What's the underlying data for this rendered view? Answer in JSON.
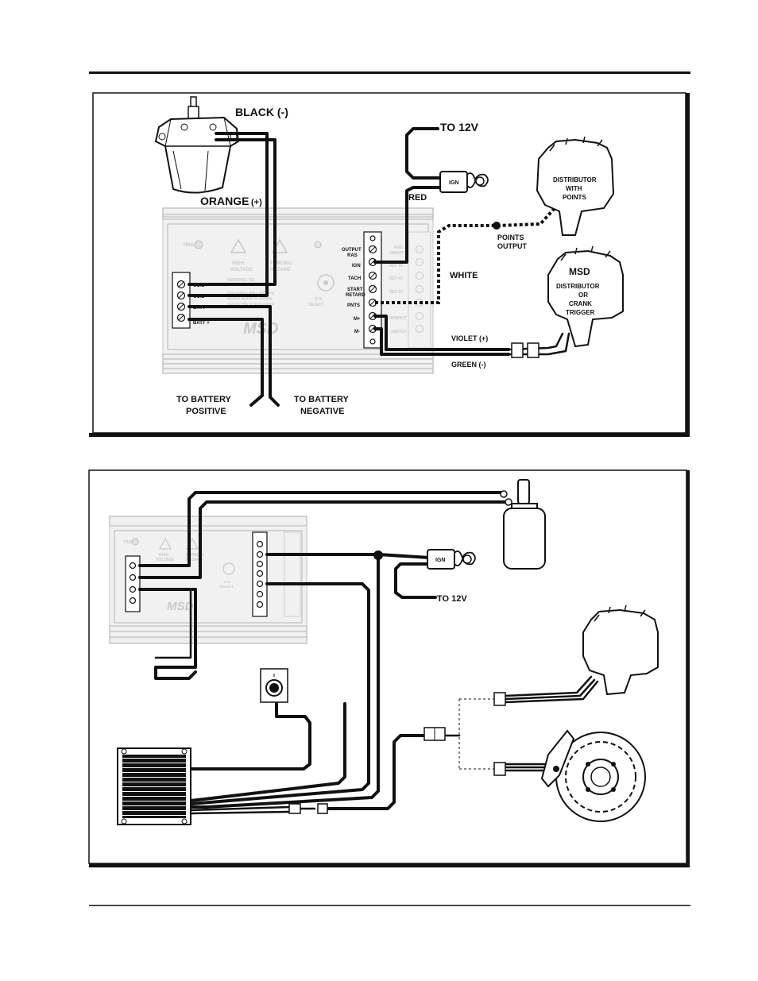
{
  "top_diagram": {
    "wire_labels": {
      "black": "BLACK (-)",
      "orange": "ORANGE",
      "orange_sign": "(+)",
      "to_12v": "TO 12V",
      "red": "RED",
      "white": "WHITE",
      "violet": "VIOLET (+)",
      "green": "GREEN (-)",
      "battery_positive_1": "TO BATTERY",
      "battery_positive_2": "POSITIVE",
      "battery_negative_1": "TO BATTERY",
      "battery_negative_2": "NEGATIVE",
      "points_output_1": "POINTS",
      "points_output_2": "OUTPUT"
    },
    "ign_switch": "IGN",
    "distributor_points": [
      "DISTRIBUTOR",
      "WITH",
      "POINTS"
    ],
    "msd_distributor_brand": "MSD",
    "msd_distributor": [
      "DISTRIBUTOR",
      "OR",
      "CRANK",
      "TRIGGER"
    ],
    "box": {
      "trig": "TRIG",
      "high_voltage": [
        "HIGH",
        "VOLTAGE"
      ],
      "hazard": [
        "FORCING",
        "HAZARD"
      ],
      "warning": "WARNING: DA",
      "warning_lines": [
        "Use caution when servicing",
        "ignition system or starting.",
        "Always refer to instructions"
      ],
      "cyl_select": [
        "CYL",
        "SELECT"
      ],
      "logo": "MSD",
      "left_terminals": [
        "COIL +",
        "COIL -",
        "BATT -",
        "BATT +"
      ],
      "right_terminals": [
        [
          "OUTPUT",
          "RAS"
        ],
        [
          "IGN"
        ],
        [
          "TACH"
        ],
        [
          "START",
          "RETARD"
        ],
        [
          "PNTS"
        ],
        [
          "M+"
        ],
        [
          "M-"
        ]
      ],
      "far_right_labels": [
        [
          "RAS",
          "ON/OFF"
        ],
        [
          "RET #1"
        ],
        [
          "RET #2"
        ],
        [
          "RET #3"
        ],
        [
          ""
        ],
        [
          "RPMOUT"
        ],
        [
          "SWITCH"
        ]
      ]
    }
  },
  "bottom_diagram": {
    "ign_switch": "IGN",
    "to_12v": "TO 12V",
    "box": {
      "trig": "TRIG",
      "high_voltage": [
        "HIGH",
        "VOLTAGE"
      ],
      "hazard": [
        "FORCING",
        "HAZARD"
      ],
      "cyl_select": [
        "CYL",
        "SELECT"
      ],
      "logo": "MSD"
    }
  }
}
